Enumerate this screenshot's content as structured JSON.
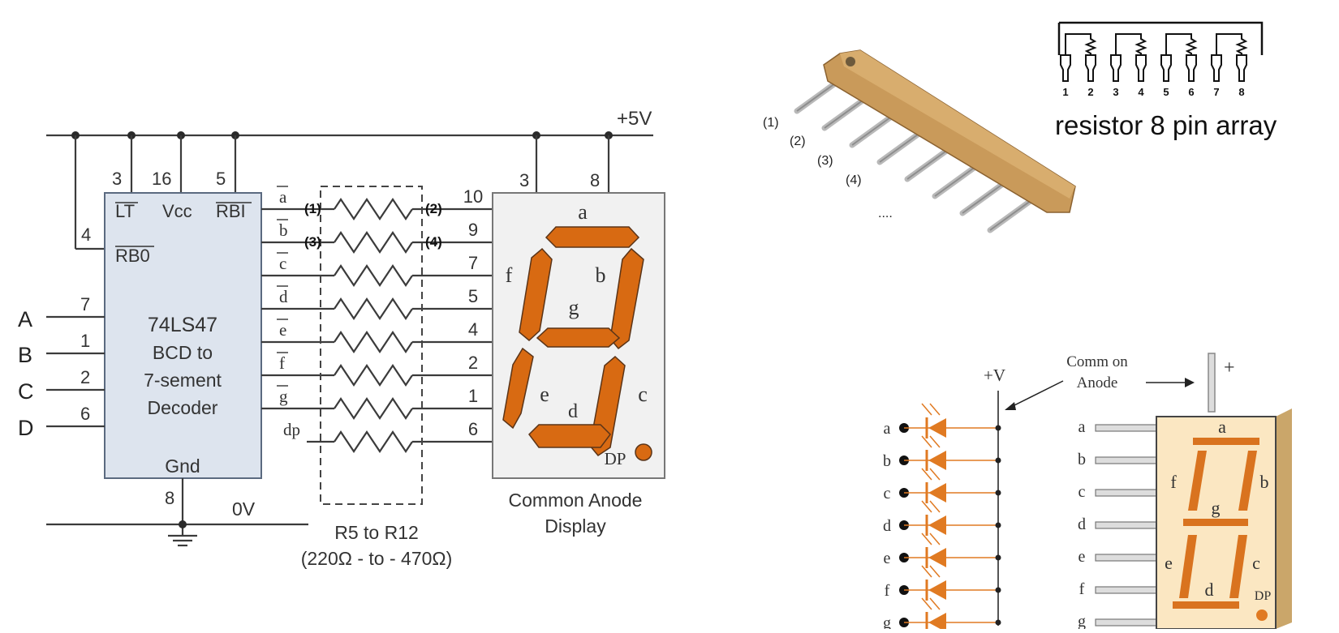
{
  "left_schematic": {
    "supply_label": "+5V",
    "ground_label": "0V",
    "inputs": [
      "A",
      "B",
      "C",
      "D"
    ],
    "input_pins": [
      "7",
      "1",
      "2",
      "6"
    ],
    "ic": {
      "top_pins": [
        "3",
        "16",
        "5"
      ],
      "pin_lt": "LT",
      "pin_vcc": "Vcc",
      "pin_rbi": "RBI",
      "pin_rbo_num": "4",
      "pin_rbo": "RB0",
      "line1": "74LS47",
      "line2": "BCD to",
      "line3": "7-sement",
      "line4": "Decoder",
      "gnd": "Gnd",
      "gnd_pin": "8"
    },
    "outputs": [
      "a",
      "b",
      "c",
      "d",
      "e",
      "f",
      "g",
      "dp"
    ],
    "resistor_marks": [
      "(1)",
      "(2)",
      "(3)",
      "(4)"
    ],
    "resistor_caption_1": "R5 to R12",
    "resistor_caption_2": "(220Ω - to - 470Ω)",
    "display_input_pins": [
      "10",
      "9",
      "7",
      "5",
      "4",
      "2",
      "1",
      "6"
    ],
    "display_top_pins": [
      "3",
      "8"
    ],
    "display_labels": [
      "a",
      "b",
      "c",
      "d",
      "e",
      "f",
      "g"
    ],
    "display_dp": "DP",
    "display_caption_1": "Common Anode",
    "display_caption_2": "Display"
  },
  "resistor_array_photo": {
    "pin_marks": [
      "(1)",
      "(2)",
      "(3)",
      "(4)",
      "...."
    ],
    "symbol_pins": [
      "1",
      "2",
      "3",
      "4",
      "5",
      "6",
      "7",
      "8"
    ],
    "caption": "resistor 8 pin array"
  },
  "led_diagram": {
    "supply_label": "+V",
    "annotation_1": "Comm on",
    "annotation_2": "Anode",
    "segments": [
      "a",
      "b",
      "c",
      "d",
      "e",
      "f",
      "g"
    ],
    "plus_sign": "+",
    "display_labels": [
      "a",
      "b",
      "c",
      "d",
      "e",
      "f",
      "g"
    ],
    "display_dp": "DP"
  },
  "colors": {
    "segment_orange": "#d86a12",
    "ic_fill": "#dde4ee",
    "display_fill": "#f1f1f1",
    "resistor_body": "#c99a5a",
    "led_orange": "#e07a22",
    "small_display_fill": "#fbe7c2"
  }
}
